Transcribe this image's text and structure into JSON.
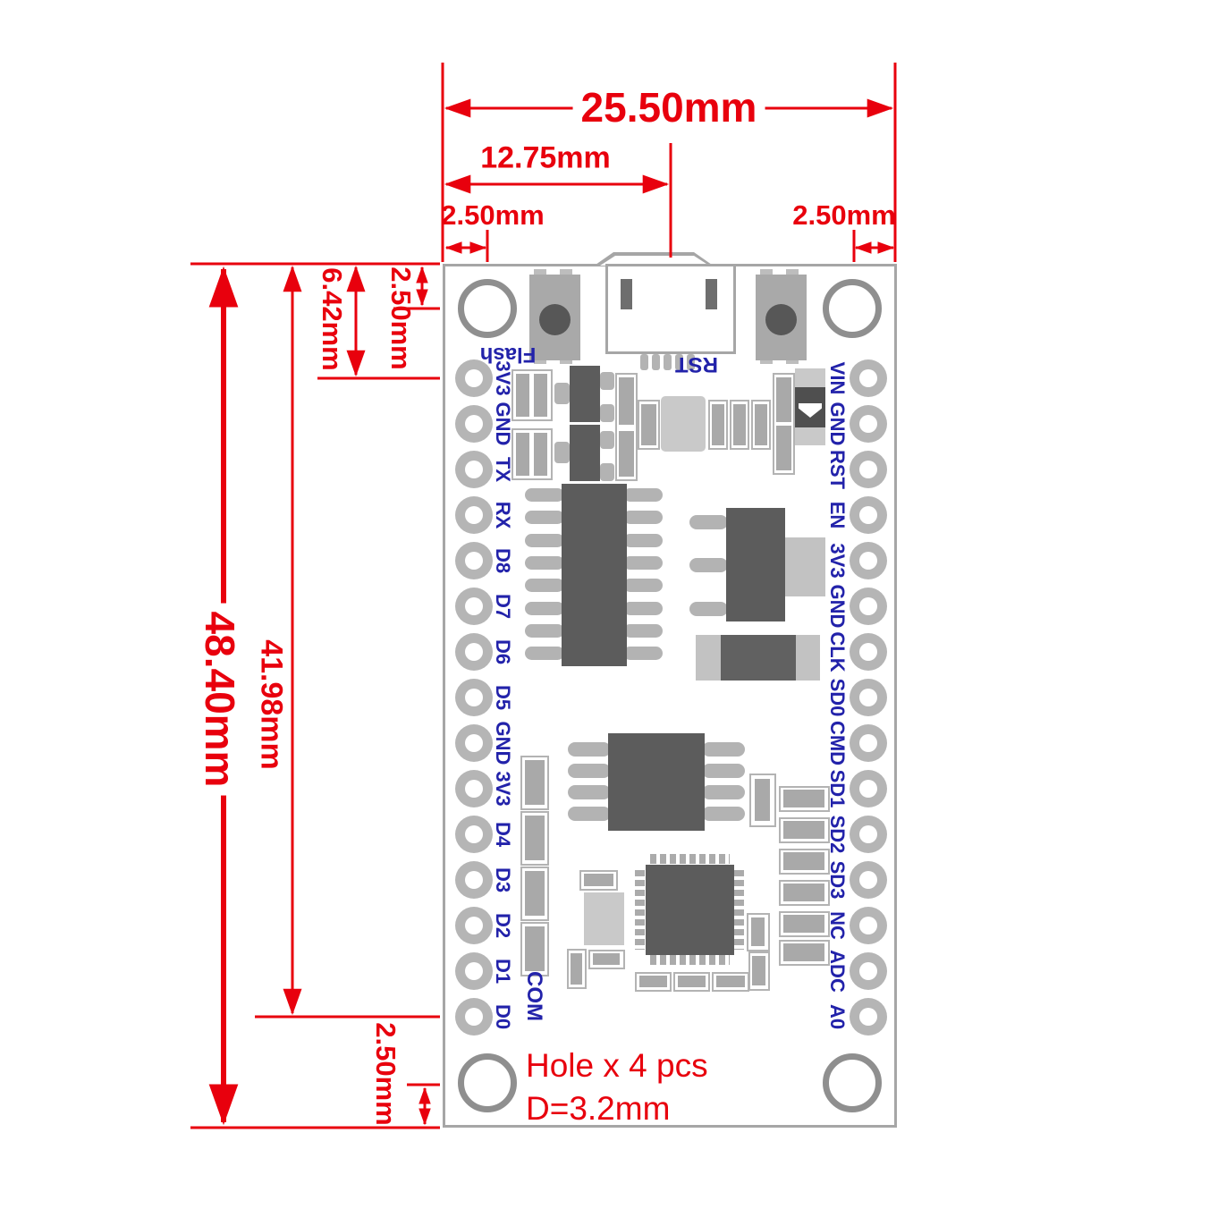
{
  "diagram": {
    "dimensions": {
      "total_width": "25.50mm",
      "center_offset": "12.75mm",
      "edge_to_hole_left": "2.50mm",
      "edge_to_hole_right": "2.50mm",
      "edge_to_hole_top": "2.50mm",
      "edge_to_hole_bottom": "2.50mm",
      "total_height": "48.40mm",
      "top_to_last_pin": "41.98mm",
      "top_to_first_pin": "6.42mm"
    },
    "notes": {
      "holes": "Hole x 4 pcs",
      "hole_diameter": "D=3.2mm"
    },
    "board": {
      "left_pins": [
        "3V3",
        "GND",
        "TX",
        "RX",
        "D8",
        "D7",
        "D6",
        "D5",
        "GND",
        "3V3",
        "D4",
        "D3",
        "D2",
        "D1",
        "D0"
      ],
      "right_pins": [
        "VIN",
        "GND",
        "RST",
        "EN",
        "3V3",
        "GND",
        "CLK",
        "SD0",
        "CMD",
        "SD1",
        "SD2",
        "SD3",
        "NC",
        "ADC",
        "A0"
      ],
      "flash_button_label": "Flash",
      "reset_button_label": "RST",
      "resistor_network_label": "COM"
    },
    "colors": {
      "dimension_red": "#e8000d",
      "label_navy": "#2222aa",
      "board_outline_gray": "#a6a6a6",
      "ic_dark_gray": "#5c5c5c",
      "pad_gray": "#b5b5b5"
    }
  }
}
